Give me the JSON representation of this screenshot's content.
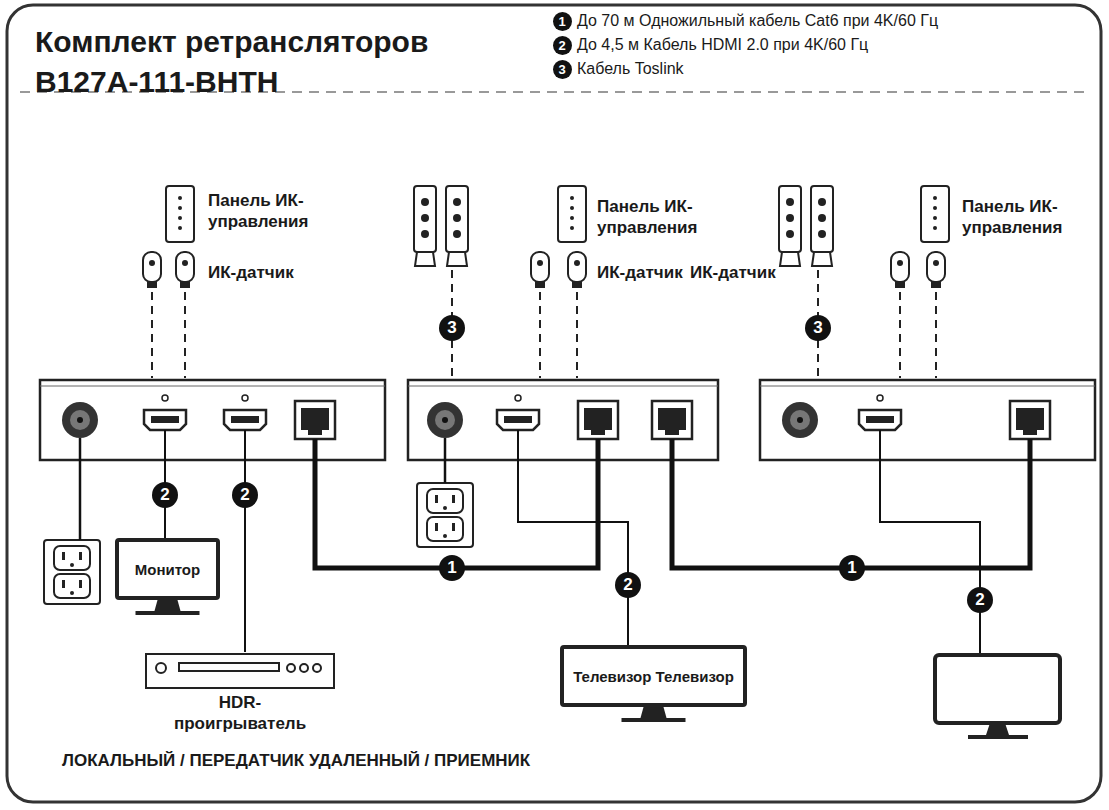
{
  "diagram": {
    "title": "Комплект ретрансляторов B127A-111-BHTH",
    "caption": "ЛОКАЛЬНЫЙ / ПЕРЕДАТЧИК УДАЛЕННЫЙ / ПРИЕМНИК",
    "nodes": [
      {
        "text": [
          "Монитор"
        ]
      },
      {
        "text": [
          "HDR- проигрыватель"
        ]
      },
      {
        "text": [
          "Телевизор Телевизор"
        ]
      }
    ],
    "labels": [
      "1",
      "До 70 м Одножильный кабель Cat6 при 4K/60 Гц",
      "2",
      "До 4,5 м Кабель HDMI 2.0 при 4K/60 Гц",
      "3",
      "Кабель Toslink",
      "Панель ИК- управления",
      "ИК-датчик",
      "Панель ИК- управления",
      "ИК-датчик",
      "ИК-датчик",
      "Панель ИК- управления",
      "3",
      "3",
      "2",
      "2",
      "1",
      "2",
      "1",
      "2"
    ]
  }
}
